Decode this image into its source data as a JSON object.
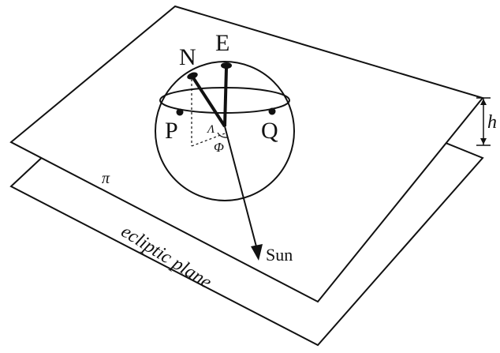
{
  "labels": {
    "north": "N",
    "east": "E",
    "point_p": "P",
    "point_q": "Q",
    "height": "h",
    "plane": "π",
    "ecliptic": "ecliptic plane",
    "sun": "Sun",
    "angle_lambda": "Λ",
    "angle_phi": "Φ"
  },
  "colors": {
    "stroke": "#111111",
    "background": "#ffffff"
  }
}
